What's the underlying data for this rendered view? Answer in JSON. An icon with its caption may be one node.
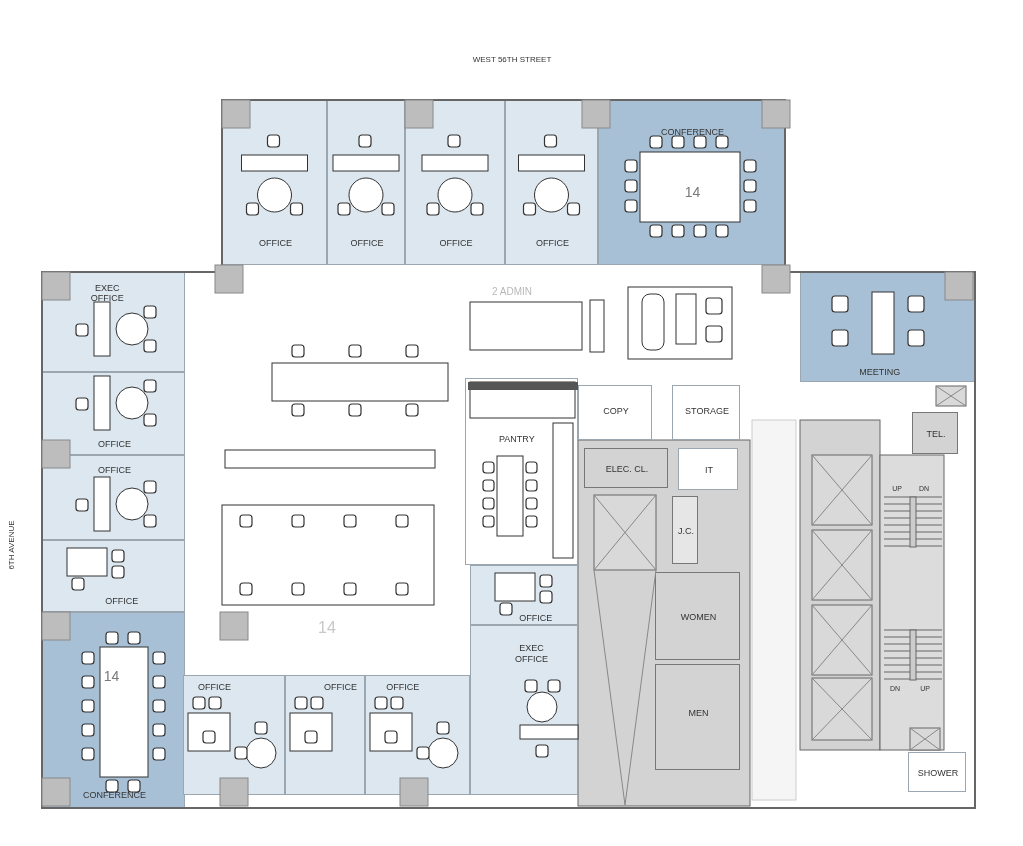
{
  "diagram": {
    "nodes": [
      {
        "text": [
          "OFFICE"
        ]
      },
      {
        "text": [
          "OFFICE"
        ]
      },
      {
        "text": [
          "OFFICE"
        ]
      },
      {
        "text": [
          "OFFICE"
        ]
      },
      {
        "text": [
          "CONFERENCE",
          "14"
        ]
      },
      {
        "text": [
          "EXEC OFFICE"
        ]
      },
      {
        "text": [
          "OFFICE"
        ]
      },
      {
        "text": [
          "OFFICE"
        ]
      },
      {
        "text": [
          "OFFICE"
        ]
      },
      {
        "text": [
          "14",
          "CONFERENCE"
        ]
      },
      {
        "text": [
          "OFFICE"
        ]
      },
      {
        "text": [
          "OFFICE"
        ]
      },
      {
        "text": [
          "OFFICE"
        ]
      },
      {
        "text": [
          "OFFICE"
        ]
      },
      {
        "text": [
          "EXEC OFFICE"
        ]
      },
      {
        "text": [
          "PANTRY"
        ]
      },
      {
        "text": [
          "COPY"
        ]
      },
      {
        "text": [
          "STORAGE"
        ]
      },
      {
        "text": [
          "ELEC. CL."
        ]
      },
      {
        "text": [
          "IT"
        ]
      },
      {
        "text": [
          "J.C."
        ]
      },
      {
        "text": [
          "WOMEN"
        ]
      },
      {
        "text": [
          "MEN"
        ]
      },
      {
        "text": [
          "MEETING"
        ]
      },
      {
        "text": [
          "TEL."
        ]
      },
      {
        "text": [
          "SHOWER"
        ]
      }
    ],
    "labels": [
      "WEST 56TH STREET",
      "6TH AVENUE",
      "2 ADMIN",
      "14",
      "UP",
      "DN",
      "DN",
      "UP"
    ]
  }
}
